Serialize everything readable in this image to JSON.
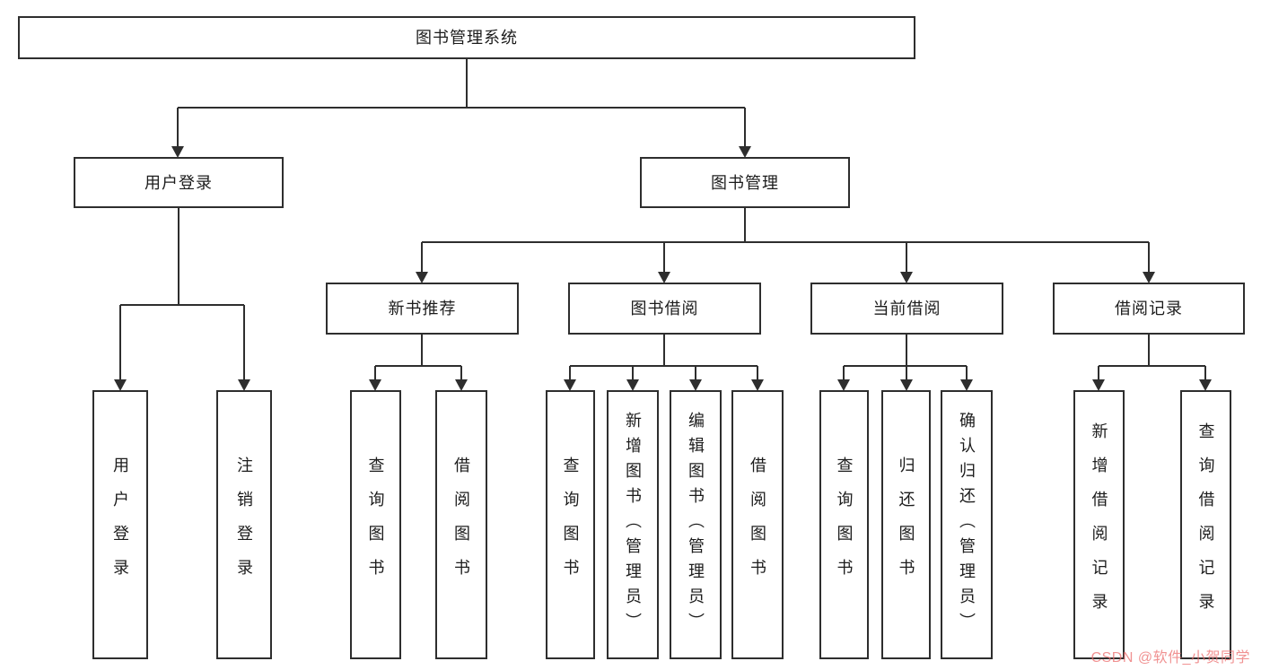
{
  "watermark": "CSDN @软件_小贺同学",
  "tree": {
    "label": "图书管理系统",
    "children": [
      {
        "label": "用户登录",
        "children": [
          {
            "label": "用户登录"
          },
          {
            "label": "注销登录"
          }
        ]
      },
      {
        "label": "图书管理",
        "children": [
          {
            "label": "新书推荐",
            "children": [
              {
                "label": "查询图书"
              },
              {
                "label": "借阅图书"
              }
            ]
          },
          {
            "label": "图书借阅",
            "children": [
              {
                "label": "查询图书"
              },
              {
                "label": "新增图书（管理员）"
              },
              {
                "label": "编辑图书（管理员）"
              },
              {
                "label": "借阅图书"
              }
            ]
          },
          {
            "label": "当前借阅",
            "children": [
              {
                "label": "查询图书"
              },
              {
                "label": "归还图书"
              },
              {
                "label": "确认归还（管理员）"
              }
            ]
          },
          {
            "label": "借阅记录",
            "children": [
              {
                "label": "新增借阅记录"
              },
              {
                "label": "查询借阅记录"
              }
            ]
          }
        ]
      }
    ]
  },
  "colors": {
    "line": "#2e2e2e",
    "box_border": "#2e2e2e",
    "watermark": "#eb6e6e"
  }
}
